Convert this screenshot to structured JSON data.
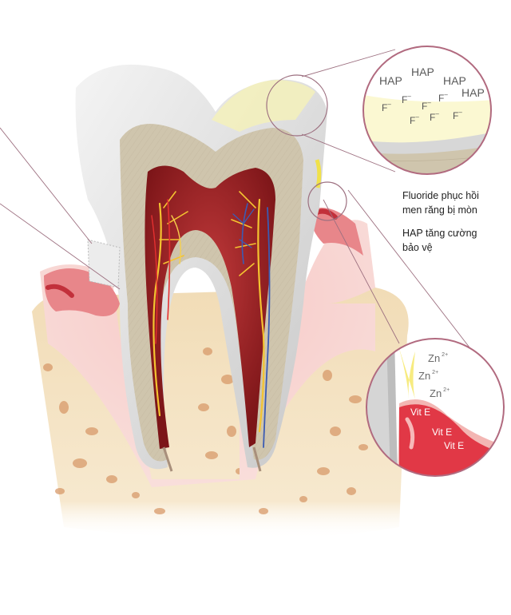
{
  "callouts": {
    "enamel": {
      "hap_labels": [
        "HAP",
        "HAP",
        "HAP",
        "HAP"
      ],
      "fluoride_symbol": "F",
      "charge_minus": "–",
      "fluoride_count": 7
    },
    "gum": {
      "zinc_symbol": "Zn",
      "zinc_charge": "2+",
      "zinc_count": 3,
      "vitamin_labels": [
        "Vit E",
        "Vit E",
        "Vit E"
      ]
    }
  },
  "captions": {
    "fluoride_line1": "Fluoride phục hồi",
    "fluoride_line2": "men răng bị mòn",
    "hap_line1": "HAP tăng cường",
    "hap_line2": "bảo vệ"
  },
  "colors": {
    "enamel": "#dcdcdc",
    "dentin": "#cfc5ad",
    "pulp": "#8e1c1f",
    "gum": "#f3b6b3",
    "bone": "#f1dcb6",
    "callout_ring": "#b16a7f"
  }
}
